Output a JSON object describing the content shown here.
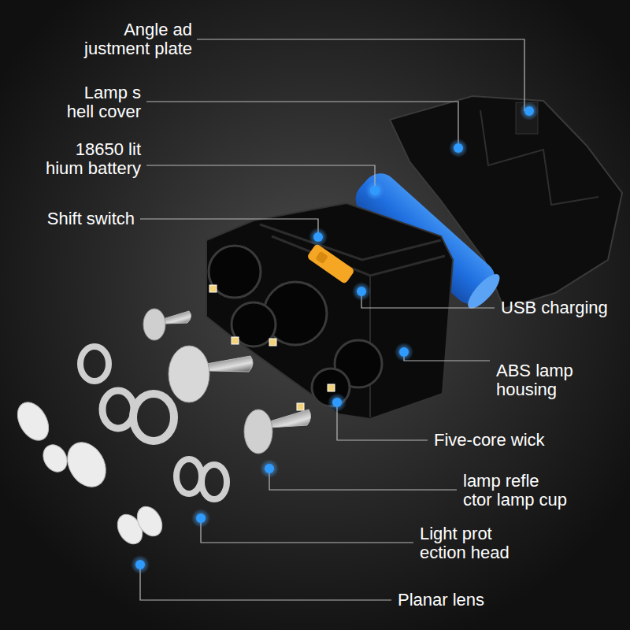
{
  "diagram": {
    "labels": [
      "Angle ad justment plate",
      "Lamp s hell cover",
      "18650 lit hium battery",
      "Shift switch",
      "USB charging",
      "ABS lamp housing",
      "Five-core wick",
      "lamp refle ctor lamp cup",
      "Light prot ection head",
      "Planar lens"
    ]
  }
}
